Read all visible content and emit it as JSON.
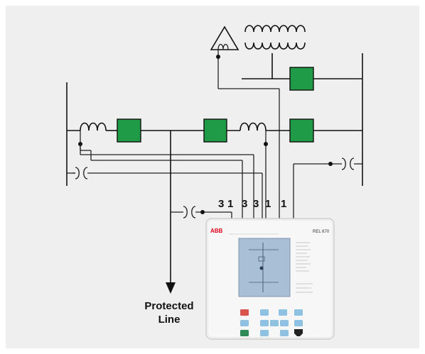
{
  "wire_numbers": [
    "3",
    "1",
    "3",
    "3",
    "1",
    "1"
  ],
  "line_label": [
    "Protected",
    "Line"
  ],
  "ied": {
    "brand": "ABB",
    "model": "REL 670"
  },
  "colors": {
    "background": "#efefef",
    "breaker": "#1f9a46",
    "logo": "#e2001a",
    "screen": "#a9bfd6",
    "key_red": "#d9534f",
    "key_blue": "#8fc1e3",
    "key_green": "#2e8b57"
  }
}
